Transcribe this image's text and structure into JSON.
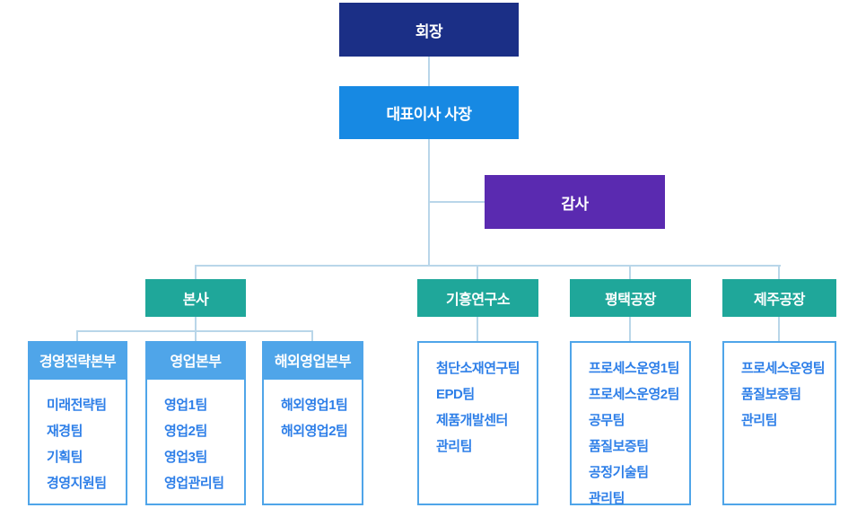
{
  "palette": {
    "chairman_navy": "#1b2f86",
    "ceo_blue": "#1789e3",
    "auditor_purple": "#5a2ab0",
    "division_teal": "#1fa79a",
    "department_blue": "#4fa5e9",
    "team_text_blue": "#2e7fe8",
    "connector_line": "#b9d6e9",
    "background": "#ffffff"
  },
  "org": {
    "chairman": "회장",
    "ceo": "대표이사 사장",
    "auditor": "감사",
    "branches": [
      {
        "label": "본사",
        "departments": [
          {
            "label": "경영전략본부",
            "teams": [
              "미래전략팀",
              "재경팀",
              "기획팀",
              "경영지원팀"
            ]
          },
          {
            "label": "영업본부",
            "teams": [
              "영업1팀",
              "영업2팀",
              "영업3팀",
              "영업관리팀"
            ]
          },
          {
            "label": "해외영업본부",
            "teams": [
              "해외영업1팀",
              "해외영업2팀"
            ]
          }
        ]
      },
      {
        "label": "기흥연구소",
        "teams": [
          "첨단소재연구팀",
          "EPD팀",
          "제품개발센터",
          "관리팀"
        ]
      },
      {
        "label": "평택공장",
        "teams": [
          "프로세스운영1팀",
          "프로세스운영2팀",
          "공무팀",
          "품질보증팀",
          "공정기술팀",
          "관리팀"
        ]
      },
      {
        "label": "제주공장",
        "teams": [
          "프로세스운영팀",
          "품질보증팀",
          "관리팀"
        ]
      }
    ]
  }
}
